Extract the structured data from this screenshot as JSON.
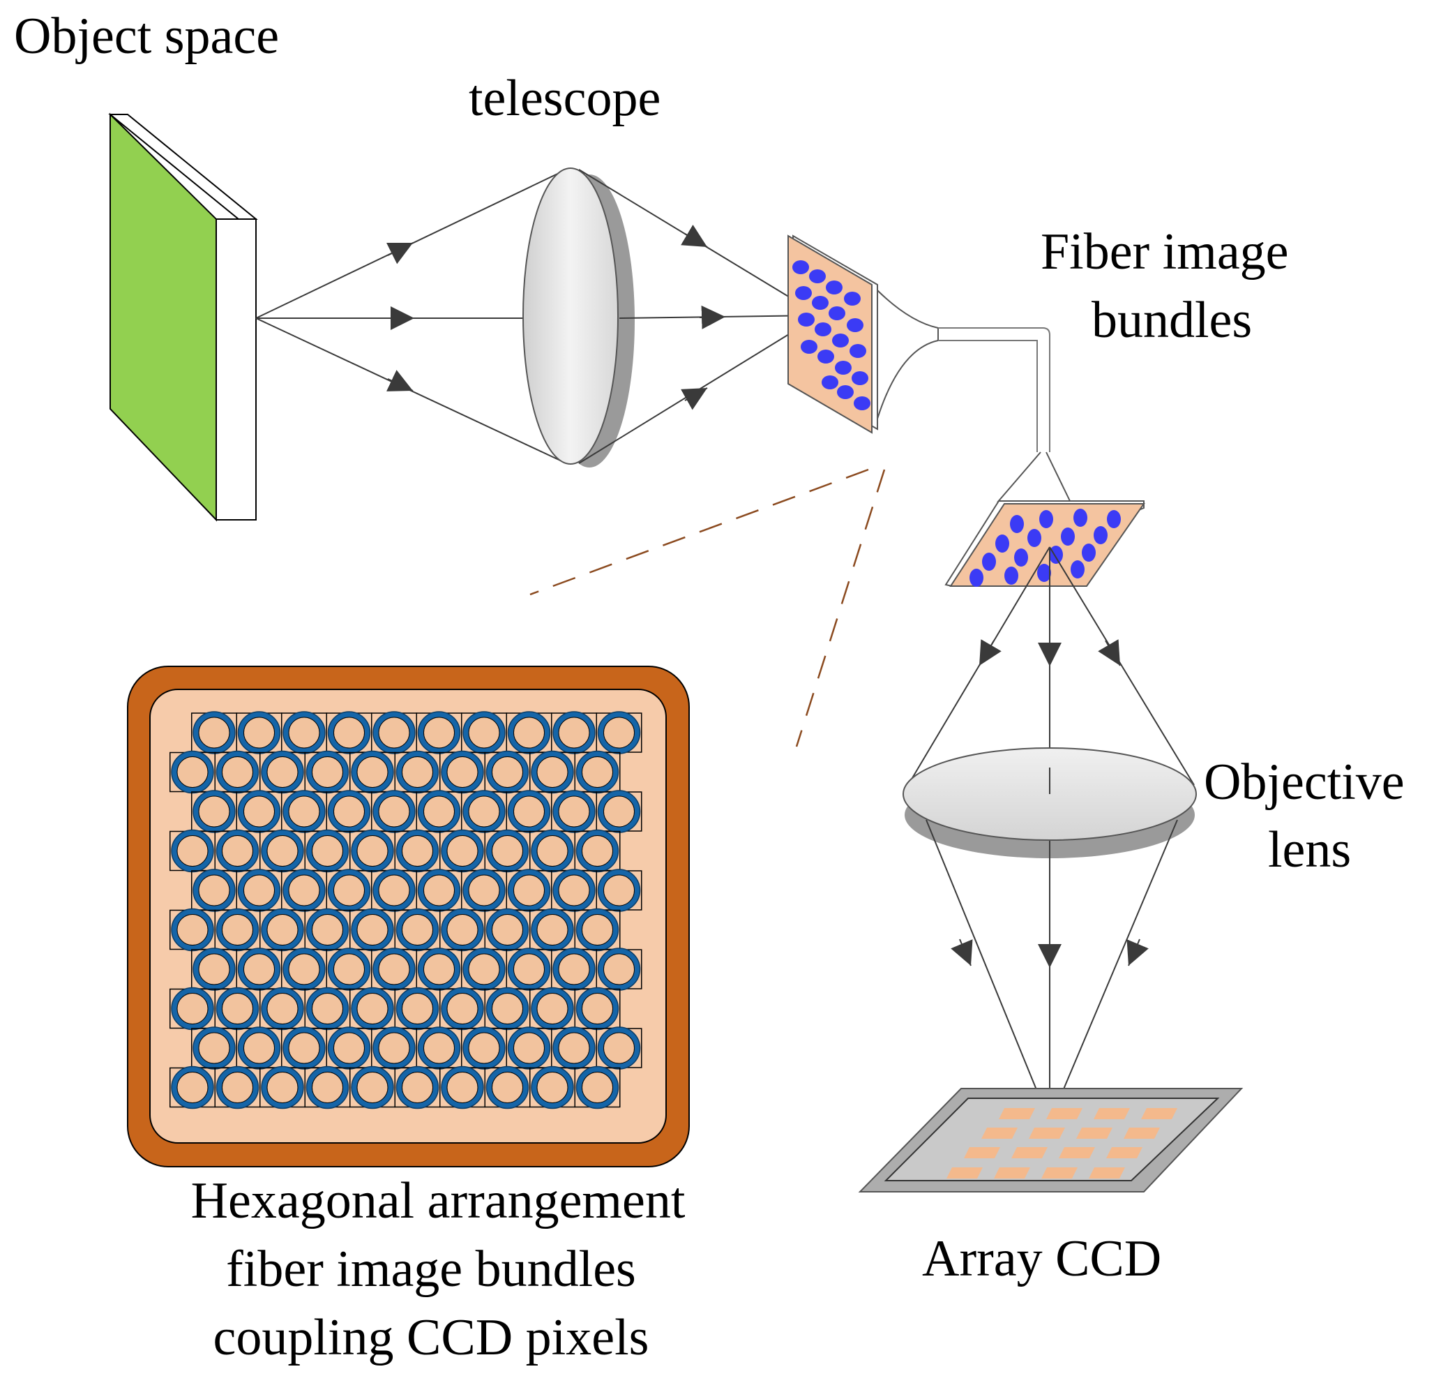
{
  "labels": {
    "object_space": "Object space",
    "telescope": "telescope",
    "fiber_bundles": [
      "Fiber image",
      "bundles"
    ],
    "objective_lens": [
      "Objective",
      "lens"
    ],
    "array_ccd": "Array CCD",
    "hex_caption": [
      "Hexagonal arrangement",
      "fiber image bundles",
      "coupling CCD pixels"
    ]
  },
  "colors": {
    "object_face": "#92D050",
    "plate_fill": "#F4C4A0",
    "fiber_dot": "#3B3BF5",
    "frame_outer": "#C8651B",
    "frame_inner": "#F6CBAA",
    "fiber_ring": "#1565A8",
    "fiber_core": "#F2C39E",
    "lens_fill": "#E6E6E6",
    "lens_shadow": "#9A9A9A",
    "ccd_pixel": "#F4B98C",
    "dash_line": "#8B4A1F"
  },
  "hex_grid": {
    "rows": 10,
    "cols": 10
  }
}
